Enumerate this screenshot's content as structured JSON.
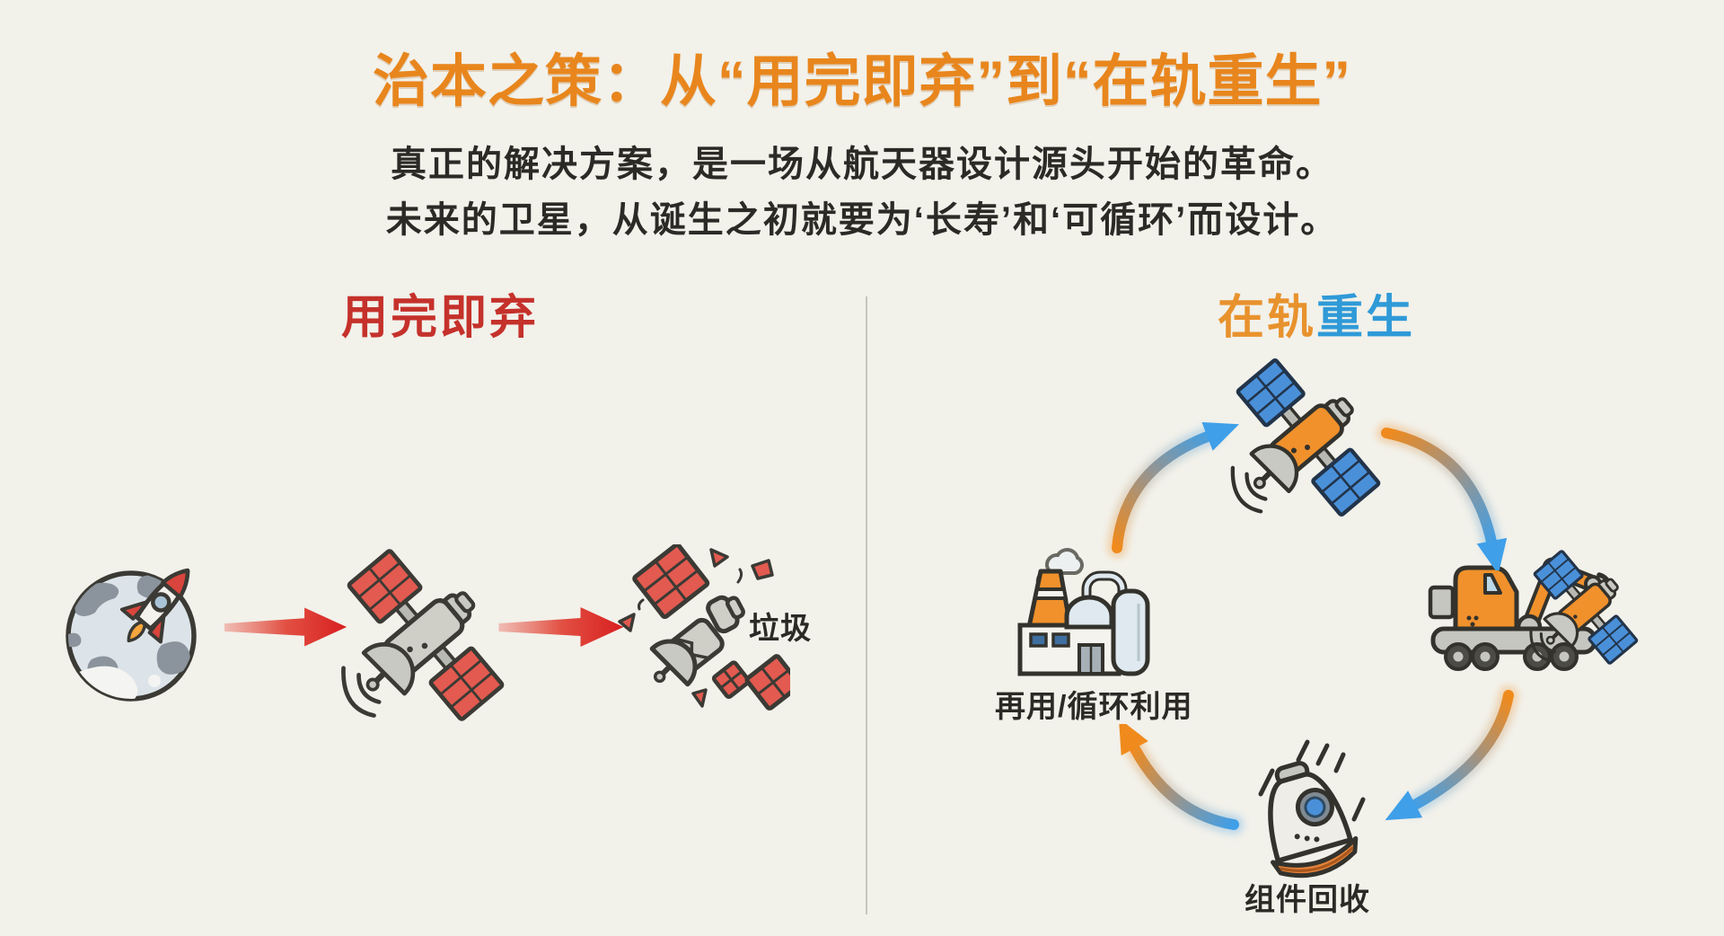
{
  "header": {
    "title": "治本之策：从“用完即弃”到“在轨重生”",
    "subtitle_line1": "真正的解决方案，是一场从航天器设计源头开始的革命。",
    "subtitle_line2": "未来的卫星，从诞生之初就要为‘长寿’和‘可循环’而设计。"
  },
  "left_panel": {
    "heading": "用完即弃",
    "flow_steps": [
      "earth-rocket-launch",
      "red-arrow",
      "disposable-satellite",
      "red-arrow",
      "satellite-debris"
    ],
    "debris_label": "垃圾"
  },
  "right_panel": {
    "heading_part1": "在轨",
    "heading_part2": "重生",
    "cycle_nodes": [
      "orbiting-satellite",
      "servicing-robot",
      "reentry-capsule",
      "recycling-factory"
    ],
    "cycle_labels": {
      "factory": "再用/循环利用",
      "capsule": "组件回收"
    }
  },
  "colors": {
    "background": "#f2f1ea",
    "title_orange": "#e8861d",
    "body_text": "#2b2a26",
    "left_heading_red": "#c5312b",
    "right_heading_orange": "#e8922d",
    "right_heading_blue": "#2f9ad8",
    "red_arrow": "#d81f1f",
    "cycle_arrow_orange": "#f08a1c",
    "cycle_arrow_blue": "#3f9fe8",
    "divider": "#c6c6bd"
  }
}
